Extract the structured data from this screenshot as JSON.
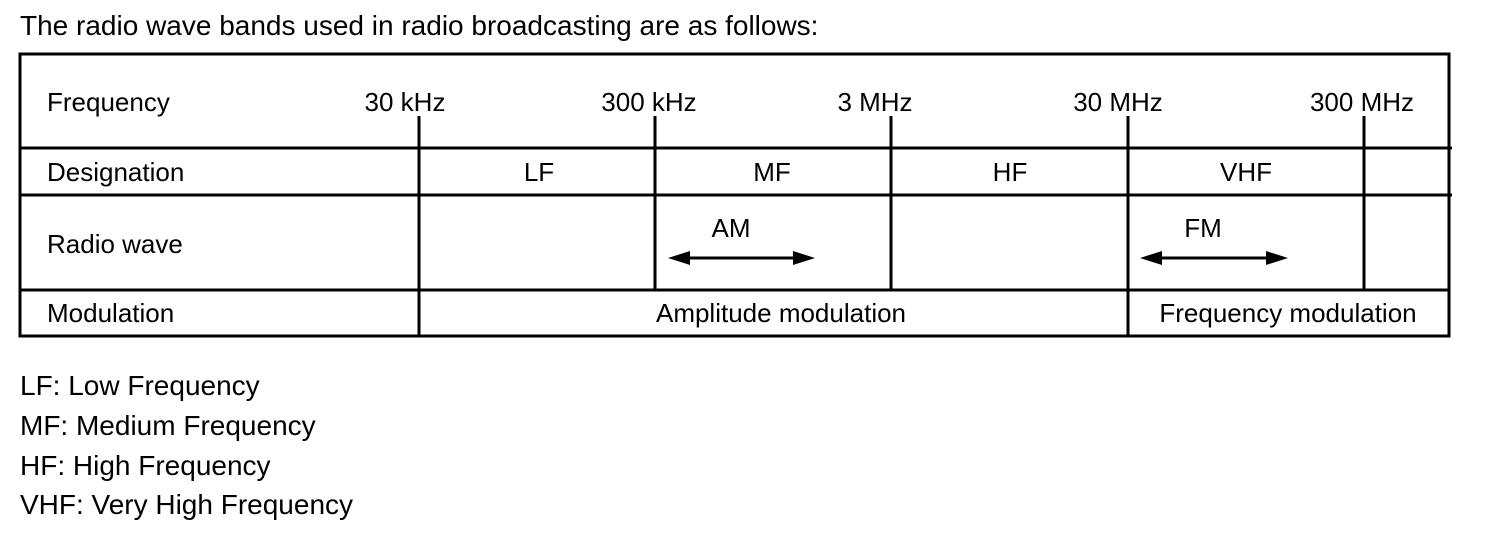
{
  "intro": "The radio wave bands used in radio broadcasting are as follows:",
  "rows": {
    "frequency": "Frequency",
    "designation": "Designation",
    "radio_wave": "Radio wave",
    "modulation": "Modulation"
  },
  "frequency_ticks": [
    "30 kHz",
    "300 kHz",
    "3 MHz",
    "30 MHz",
    "300 MHz"
  ],
  "designations": [
    "LF",
    "MF",
    "HF",
    "VHF"
  ],
  "radio_waves": {
    "am": "AM",
    "fm": "FM"
  },
  "modulations": {
    "amplitude": "Amplitude modulation",
    "frequency": "Frequency modulation"
  },
  "legend": [
    "LF: Low Frequency",
    "MF: Medium Frequency",
    "HF: High Frequency",
    "VHF: Very High Frequency"
  ]
}
